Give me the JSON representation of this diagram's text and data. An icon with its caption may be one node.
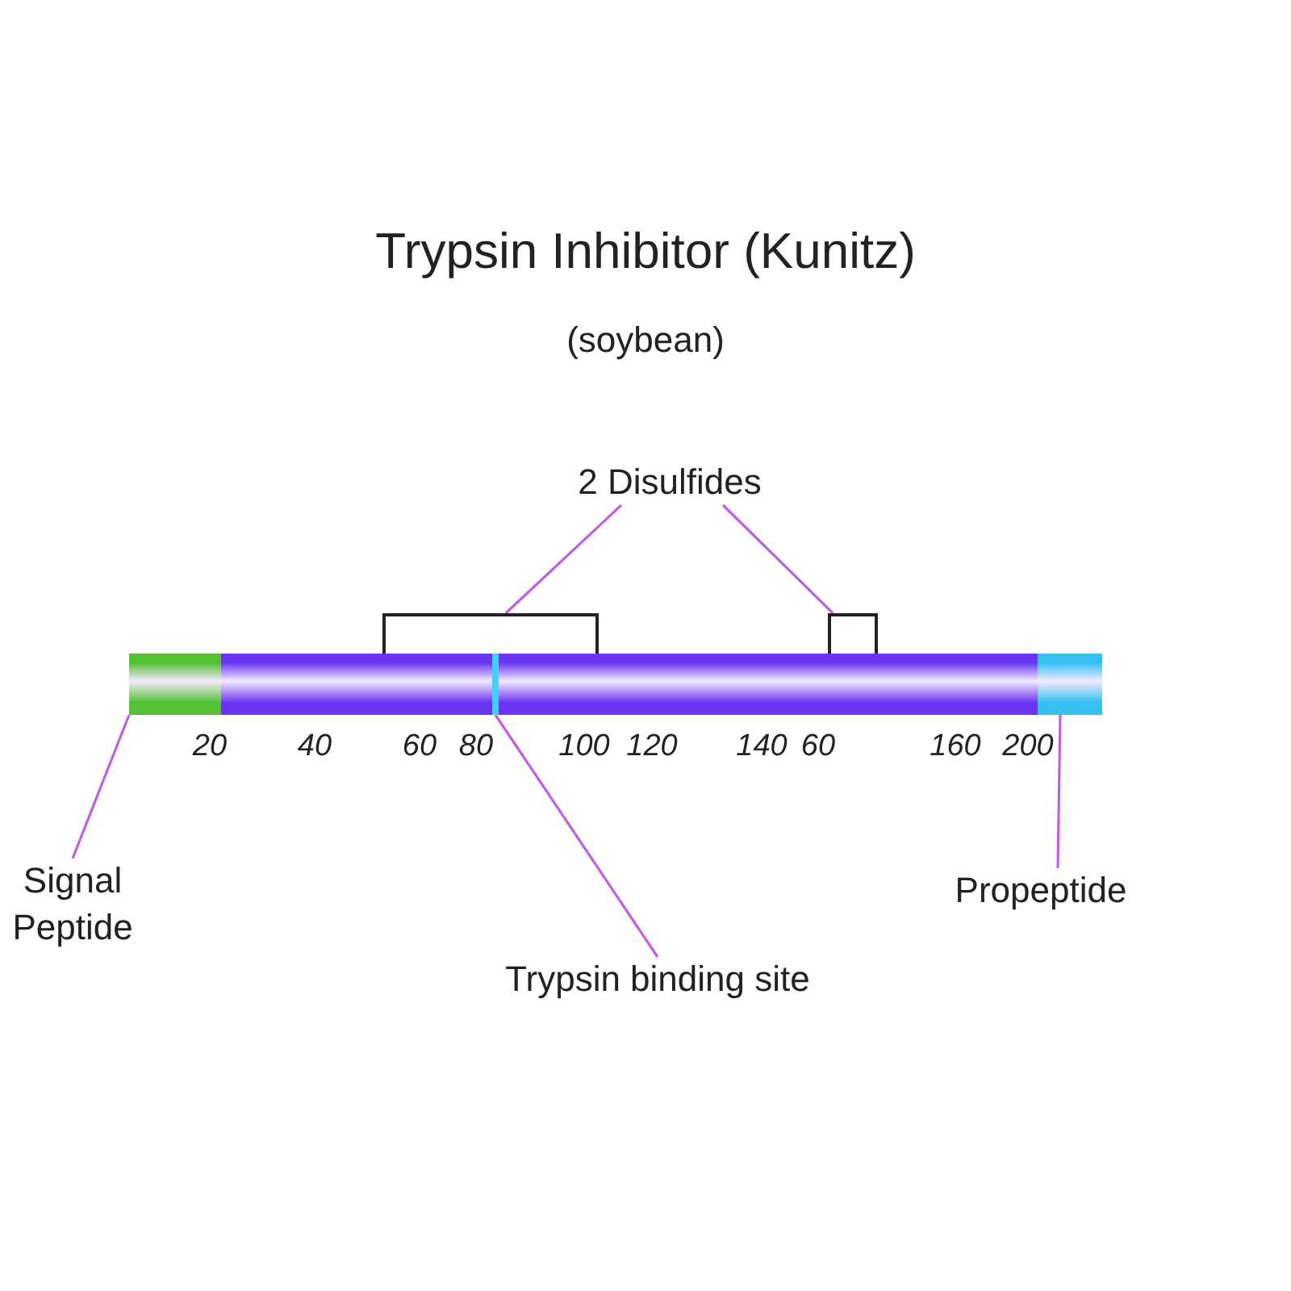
{
  "diagram": {
    "title": "Trypsin Inhibitor (Kunitz)",
    "nodes": [
      {
        "text": [
          "2 Disulfides"
        ]
      },
      {
        "text": [],
        "shape": "bar"
      },
      {
        "text": [],
        "shape": "bar"
      },
      {
        "text": [],
        "shape": "bar"
      },
      {
        "text": [],
        "shape": "box"
      },
      {
        "text": [],
        "shape": "box"
      },
      {
        "text": [],
        "shape": "bar",
        "in": 2
      },
      {
        "text": [
          "Signal Peptide"
        ]
      },
      {
        "text": [
          "Trypsin binding site"
        ]
      },
      {
        "text": [
          "Propeptide"
        ]
      }
    ],
    "edges": [
      {
        "from": 0,
        "to": 4,
        "arrow": "none"
      },
      {
        "from": 0,
        "to": 5,
        "arrow": "none"
      },
      {
        "from": 7,
        "to": 1,
        "arrow": "none"
      },
      {
        "from": 8,
        "to": 6,
        "arrow": "none"
      },
      {
        "from": 9,
        "to": 3,
        "arrow": "none"
      }
    ],
    "labels": [
      "(soybean)",
      "20",
      "40",
      "60",
      "80",
      "100",
      "120",
      "140",
      "60",
      "160",
      "200"
    ]
  }
}
